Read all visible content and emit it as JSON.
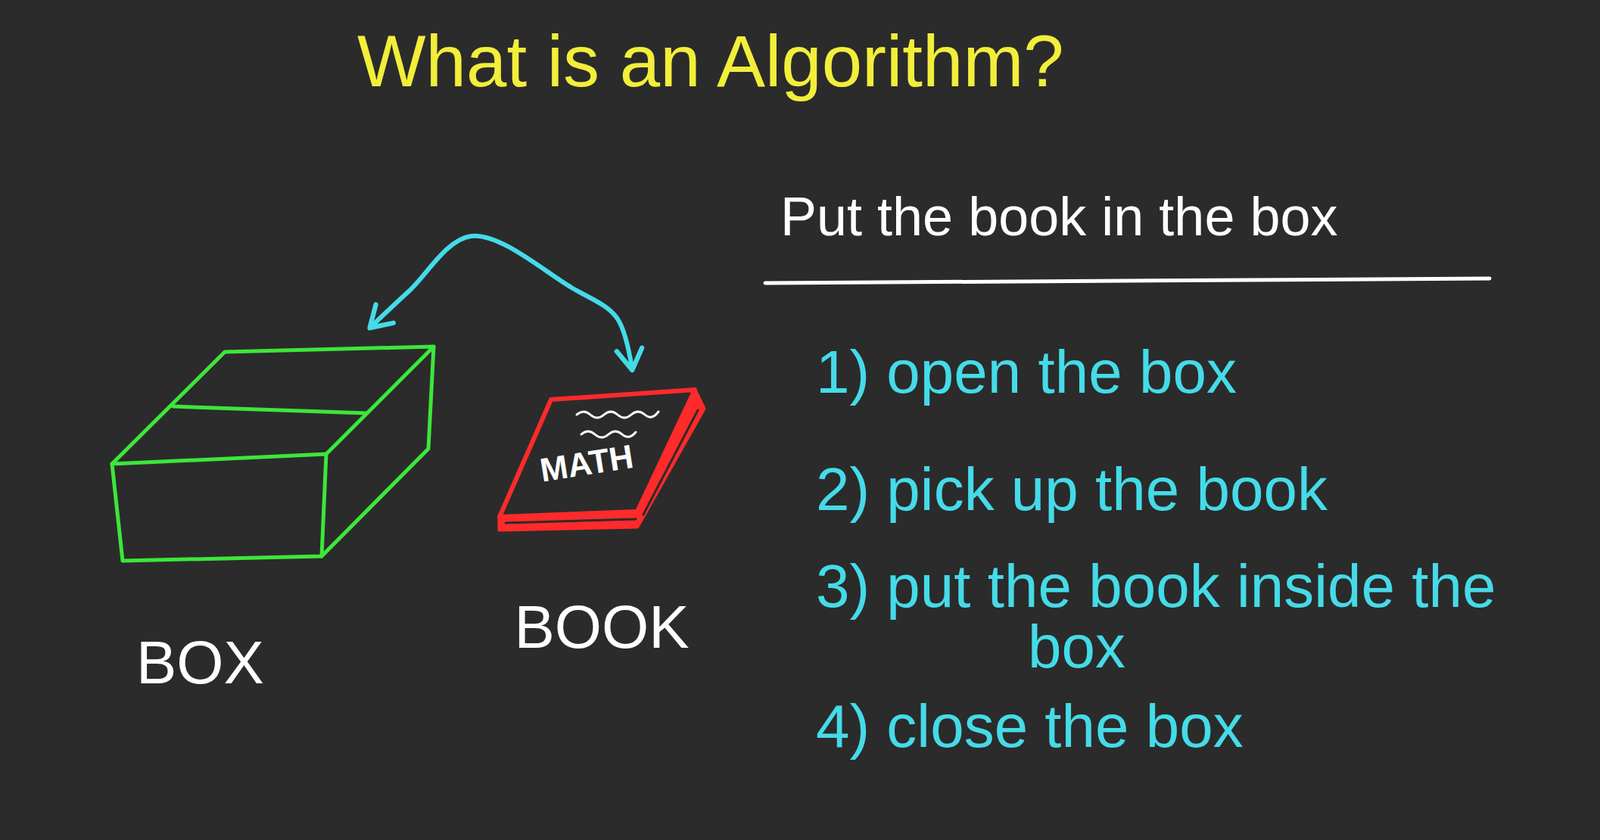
{
  "diagram": {
    "title": "What is an Algorithm?",
    "nodes": [
      {
        "text": [
          "BOX"
        ]
      },
      {
        "text": [
          "MATH",
          "BOOK"
        ]
      }
    ],
    "edges": [
      {
        "from": 1,
        "to": 0,
        "arrow": "both"
      }
    ],
    "labels": [
      "Put the book in the box",
      "1) open the box",
      "2) pick up the book",
      "3) put the book inside the box",
      "4) close the box"
    ]
  }
}
